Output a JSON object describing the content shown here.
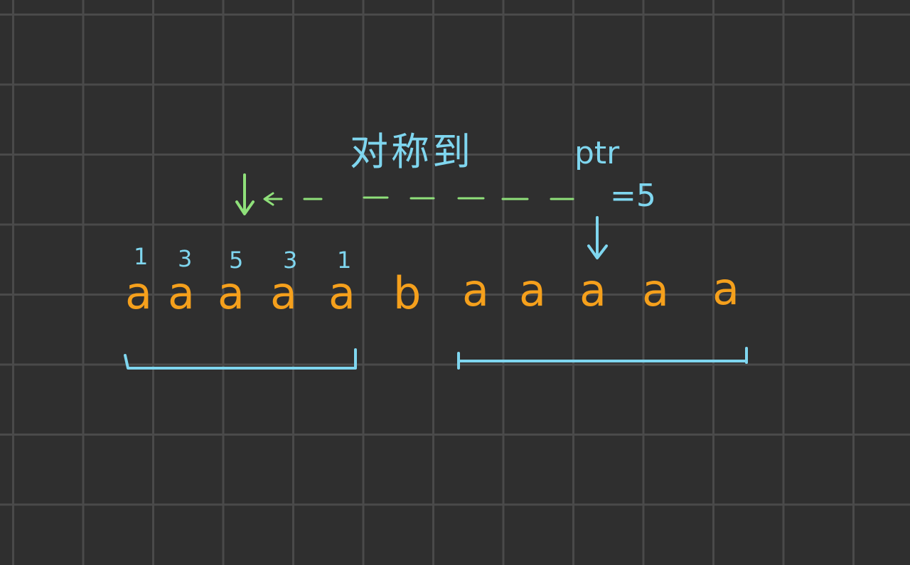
{
  "colors": {
    "background": "#2f2f2f",
    "grid": "#4a4a4a",
    "letters": "#f5a01c",
    "cyan": "#7fd6ef",
    "green": "#8fe07a"
  },
  "annotation": {
    "symmetric_label": "对称到",
    "pointer_label": "ptr",
    "pointer_value": "=5"
  },
  "string": {
    "characters": [
      "a",
      "a",
      "a",
      "a",
      "a",
      "b",
      "a",
      "a",
      "a",
      "a",
      "a"
    ],
    "left_radii": [
      "1",
      "3",
      "5",
      "3",
      "1"
    ]
  },
  "icons": {
    "pointer_arrow": "down-arrow-icon",
    "mirror_arrow": "down-arrow-icon",
    "dashed_left_arrow": "dashed-left-arrow-icon"
  }
}
